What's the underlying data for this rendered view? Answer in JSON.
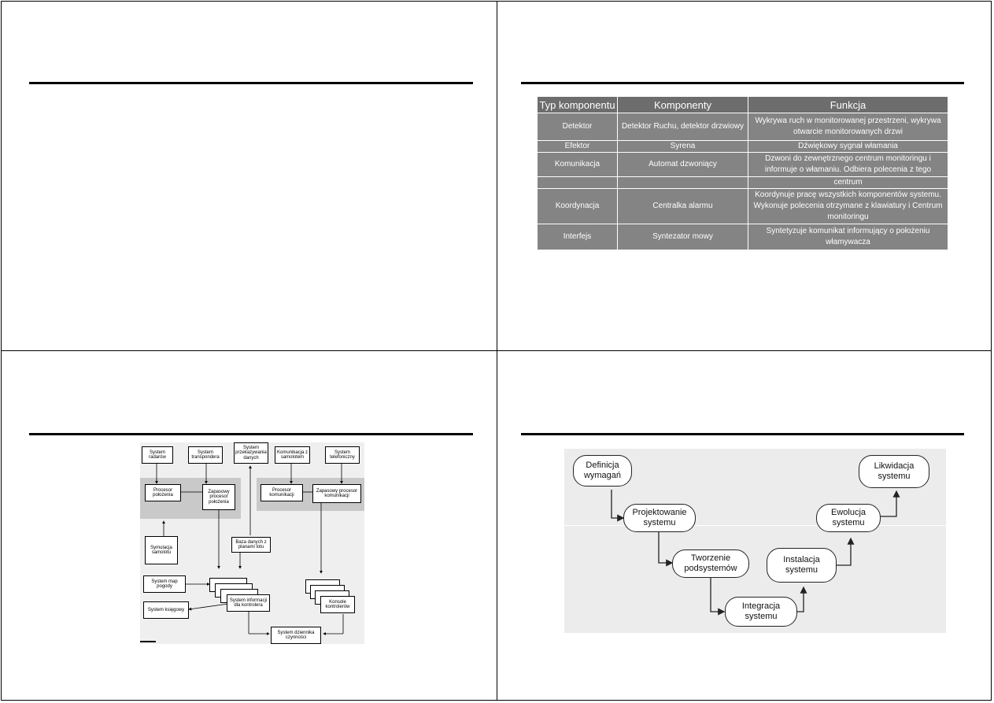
{
  "table": {
    "headers": [
      "Typ komponentu",
      "Komponenty",
      "Funkcja"
    ],
    "rows": [
      {
        "type": "Detektor",
        "component": "Detektor Ruchu, detektor drzwiowy",
        "function": "Wykrywa ruch w monitorowanej przestrzeni, wykrywa otwarcie monitorowanych drzwi"
      },
      {
        "type": "Efektor",
        "component": "Syrena",
        "function": "Dźwiękowy sygnał włamania"
      },
      {
        "type": "Komunikacja",
        "component": "Automat dzwoniący",
        "function": "Dzwoni do zewnętrznego centrum monitoringu i informuje o włamaniu. Odbiera polecenia z tego"
      },
      {
        "type": "",
        "component": "",
        "function": "centrum"
      },
      {
        "type": "Koordynacja",
        "component": "Centralka alarmu",
        "function": "Koordynuje pracę wszystkich komponentów systemu. Wykonuje polecenia otrzymane z klawiatury i Centrum monitoringu"
      },
      {
        "type": "Interfejs",
        "component": "Syntezator mowy",
        "function": "Syntetyzuje komunikat informujący o położeniu włamywacza"
      }
    ]
  },
  "atc_diagram": {
    "radar": "System radarów",
    "transponder": "System transpondera",
    "transfer": "System przekazywania danych",
    "aircraft_comm": "Komunikacja z samolotem",
    "phone": "System telefoniczny",
    "position_proc": "Procesor położenia",
    "backup_position_proc": "Zapasowy procesor położenia",
    "comm_proc": "Procesor komunikacji",
    "backup_comm_proc": "Zapasowy procesor komunikacji",
    "simulation": "Symulacja samolotu",
    "flight_db": "Baza danych z planami lotu",
    "weather": "System map pogody",
    "controller_info": "System informacji dla kontrolera",
    "billing": "System księgowy",
    "consoles": "Konsole kontrolerów",
    "activity_log": "System dziennika czynności"
  },
  "lifecycle": {
    "requirements": "Definicja wymagań",
    "design": "Projektowanie systemu",
    "subsystems": "Tworzenie podsystemów",
    "integration": "Integracja systemu",
    "installation": "Instalacja systemu",
    "evolution": "Ewolucja systemu",
    "decommission": "Likwidacja systemu"
  }
}
